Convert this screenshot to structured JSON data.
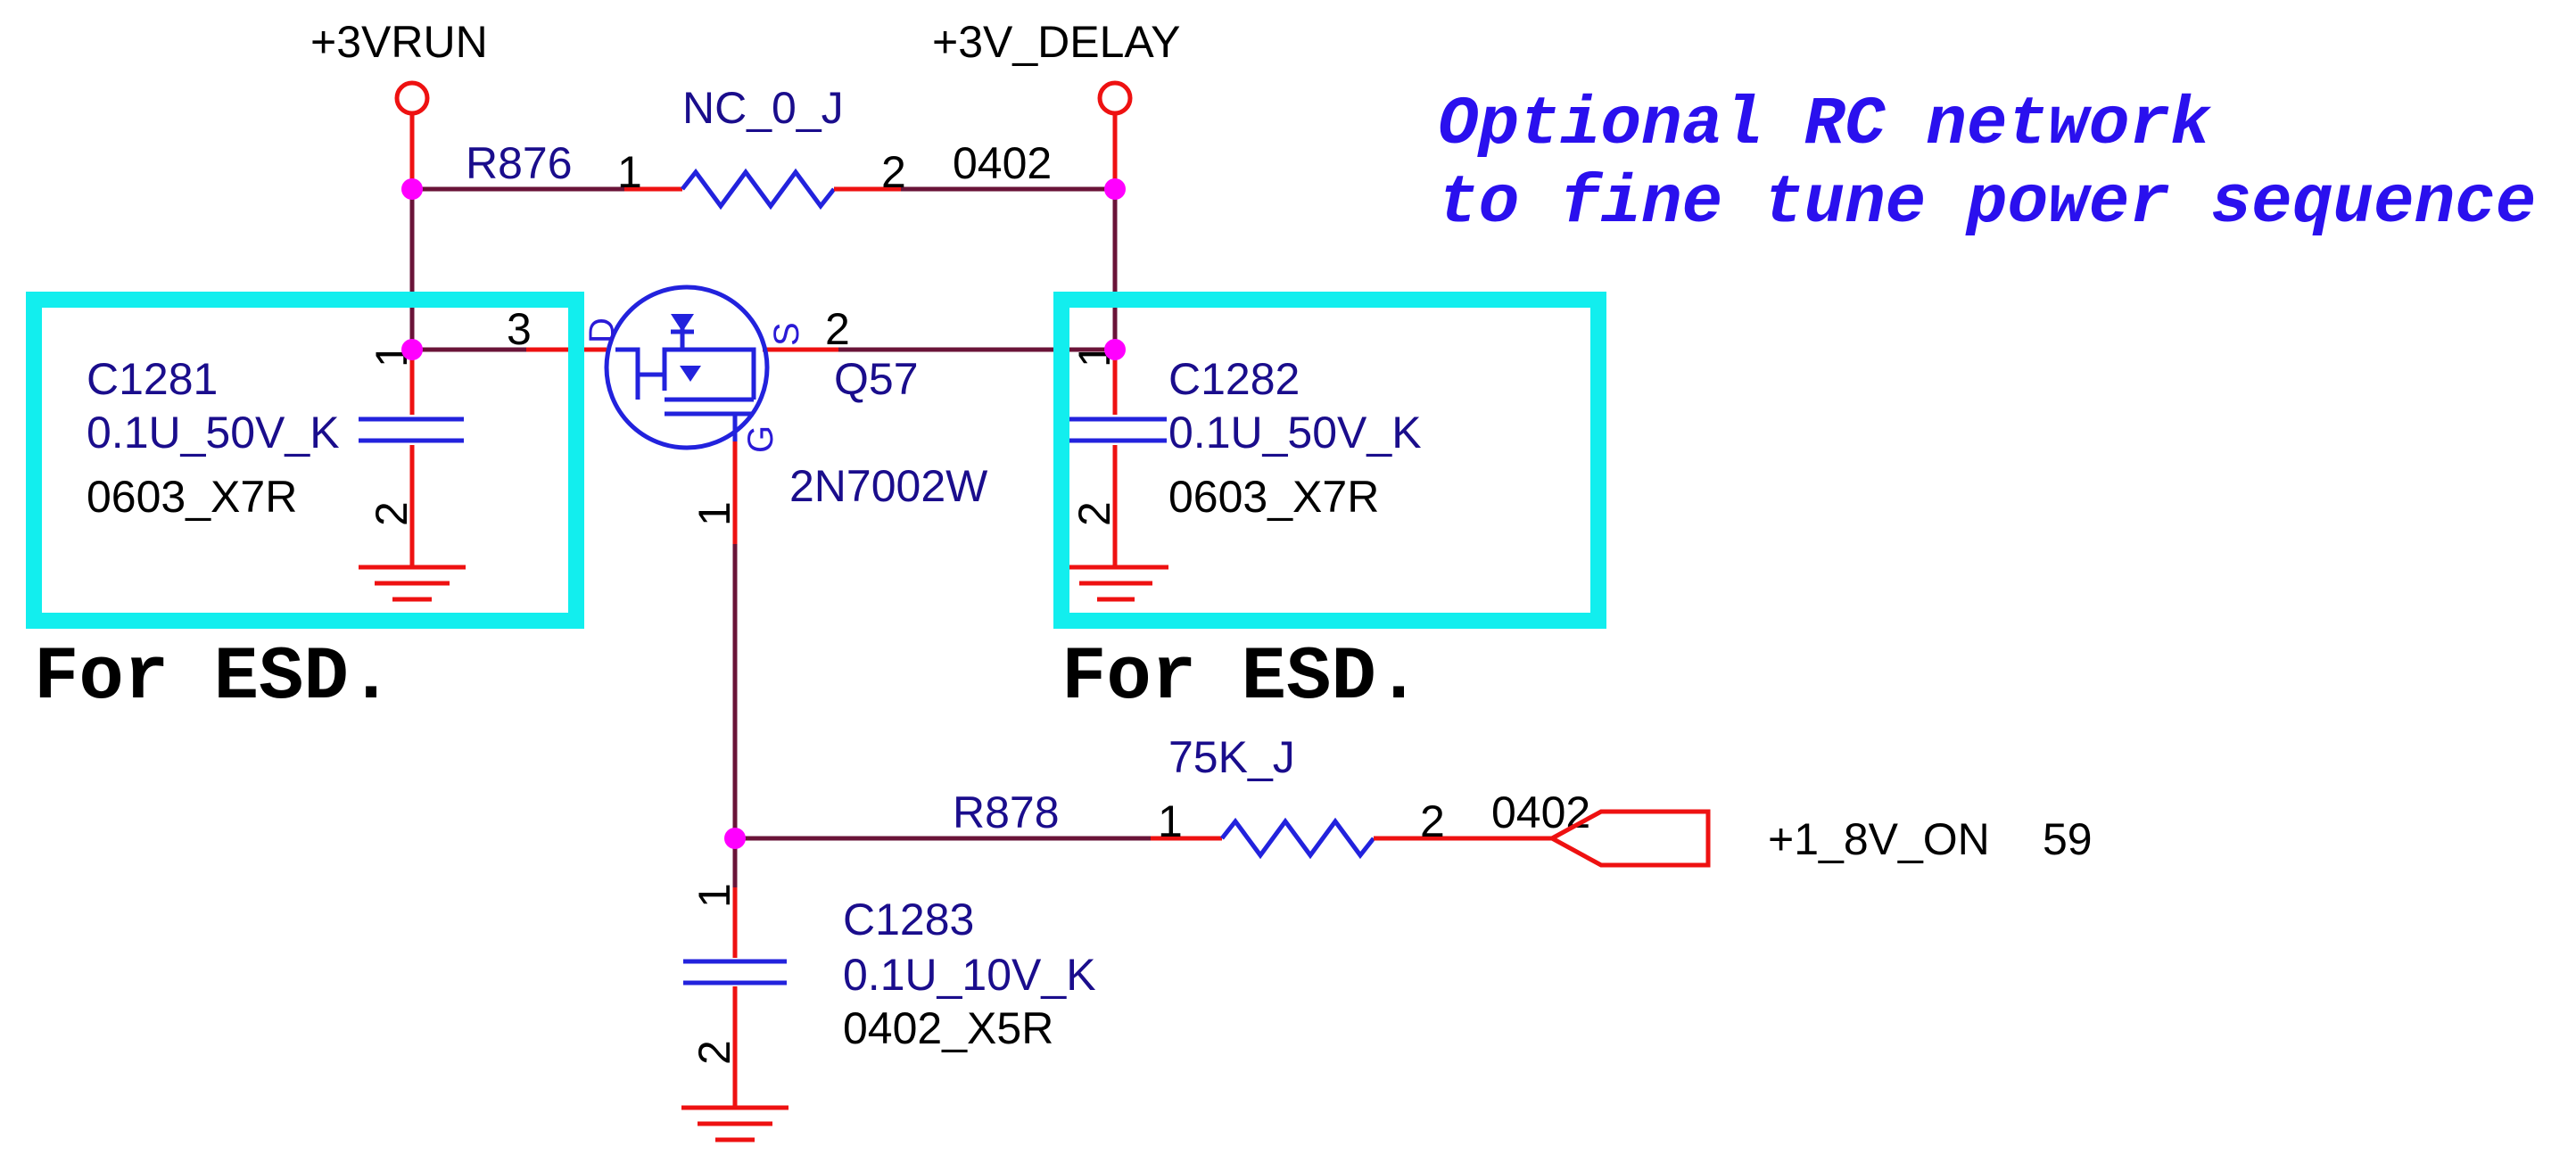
{
  "power_rails": {
    "vrun": "+3VRUN",
    "vdelay": "+3V_DELAY"
  },
  "components": {
    "r876": {
      "ref": "R876",
      "value": "NC_0_J",
      "package": "0402",
      "pin1": "1",
      "pin2": "2"
    },
    "r878": {
      "ref": "R878",
      "value": "75K_J",
      "package": "0402",
      "pin1": "1",
      "pin2": "2"
    },
    "c1281": {
      "ref": "C1281",
      "value": "0.1U_50V_K",
      "package": "0603_X7R",
      "pin1": "1",
      "pin2": "2"
    },
    "c1282": {
      "ref": "C1282",
      "value": "0.1U_50V_K",
      "package": "0603_X7R",
      "pin1": "1",
      "pin2": "2"
    },
    "c1283": {
      "ref": "C1283",
      "value": "0.1U_10V_K",
      "package": "0402_X5R",
      "pin1": "1",
      "pin2": "2"
    },
    "q57": {
      "ref": "Q57",
      "part": "2N7002W",
      "pin_d": "3",
      "pin_s": "2",
      "pin_g": "1",
      "label_d": "D",
      "label_s": "S",
      "label_g": "G"
    }
  },
  "net_port": {
    "name": "+1_8V_ON",
    "sheet": "59"
  },
  "esd_notes": {
    "left": "For ESD.",
    "right": "For ESD."
  },
  "note": {
    "line1": "Optional RC network",
    "line2": "to fine tune power sequence"
  },
  "colors": {
    "wire": "#6a1438",
    "pin_segment": "#ee1111",
    "component": "#2222dd",
    "junction": "#ff00ff",
    "esd_box": "#12eeee",
    "note_text": "#2a10ee",
    "ref_text": "#1a0d8c"
  }
}
